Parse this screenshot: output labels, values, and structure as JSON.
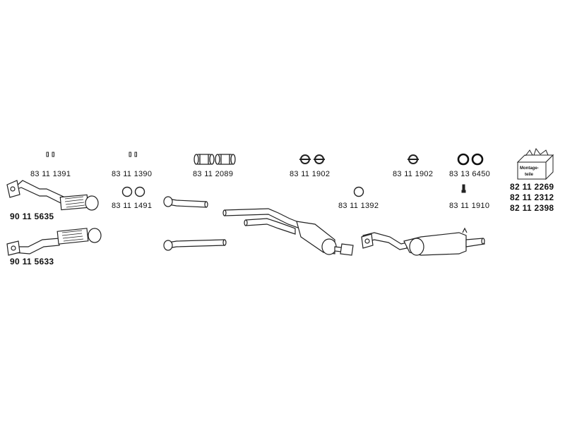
{
  "parts": {
    "p1": "83 11 1391",
    "p2": "83 11 1390",
    "p3": "83 11 1491",
    "p4": "83 11 2089",
    "p5": "83 11 1902",
    "p6": "83 11 1392",
    "p7": "83 11 1902",
    "p8": "83 13 6450",
    "p9": "83 11 1910",
    "p10": "90 11 5635",
    "p11": "90 11 5633",
    "kit": [
      "82 11 2269",
      "82 11 2312",
      "82 11 2398"
    ]
  },
  "kit_box_label": [
    "Montage-",
    "teile"
  ]
}
